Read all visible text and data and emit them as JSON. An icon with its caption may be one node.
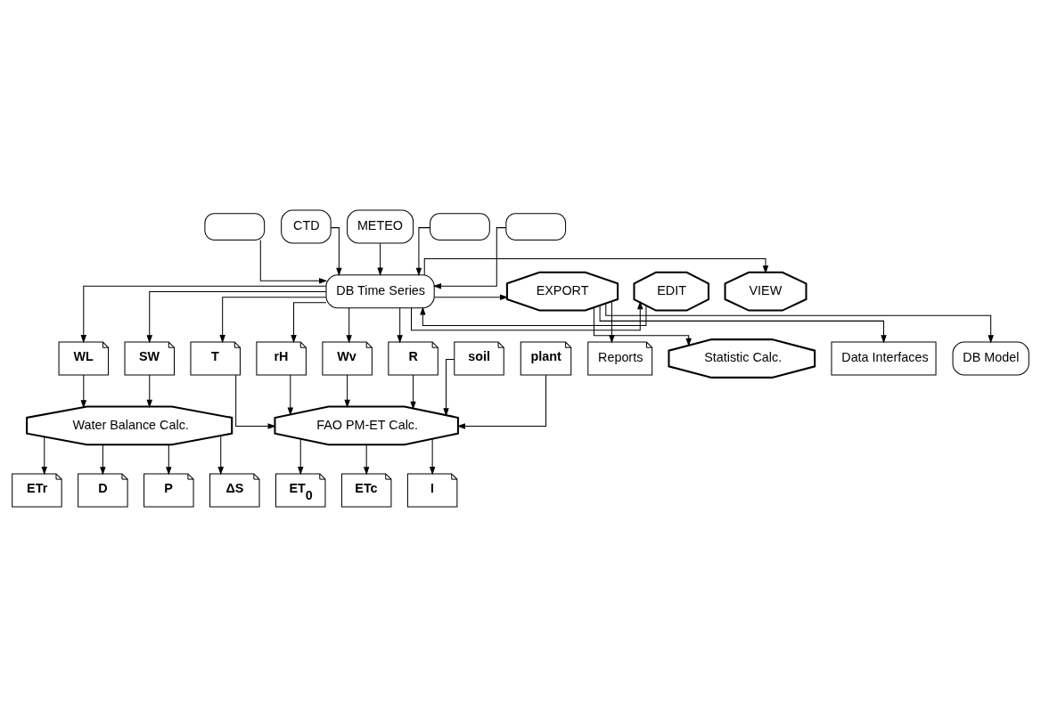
{
  "diagram": {
    "nodes": [
      {
        "text": [],
        "shape": "box"
      },
      {
        "text": [
          "CTD"
        ]
      },
      {
        "text": [
          "METEO"
        ]
      },
      {
        "text": [],
        "shape": "box"
      },
      {
        "text": [],
        "shape": "box"
      },
      {
        "text": [
          "VIEW"
        ]
      },
      {
        "text": [
          "EDIT"
        ]
      },
      {
        "text": [
          "DB Time Series"
        ]
      },
      {
        "text": [
          "EXPORT"
        ]
      },
      {
        "text": [
          "WL"
        ]
      },
      {
        "text": [
          "SW"
        ]
      },
      {
        "text": [
          "T"
        ]
      },
      {
        "text": [
          "rH"
        ]
      },
      {
        "text": [
          "Wv"
        ]
      },
      {
        "text": [
          "R"
        ]
      },
      {
        "text": [
          "Water Balance Calc."
        ]
      },
      {
        "text": [
          "soil"
        ]
      },
      {
        "text": [
          "plant"
        ]
      },
      {
        "text": [
          "FAO PM-ET Calc."
        ]
      },
      {
        "text": [
          "ETr"
        ]
      },
      {
        "text": [
          "D"
        ]
      },
      {
        "text": [
          "P"
        ]
      },
      {
        "text": [
          "ΔS"
        ]
      },
      {
        "text": [
          "ET$_{0}$"
        ]
      },
      {
        "text": [
          "ETc"
        ]
      },
      {
        "text": [
          "I"
        ]
      },
      {
        "text": [
          "Reports"
        ]
      },
      {
        "text": [
          "Statistic Calc."
        ]
      },
      {
        "text": [
          "Data Interfaces"
        ]
      },
      {
        "text": [
          "DB Model"
        ]
      }
    ],
    "edges": [
      {
        "from": 0,
        "to": 7,
        "arrow": "to"
      },
      {
        "from": 1,
        "to": 7,
        "arrow": "to"
      },
      {
        "from": 2,
        "to": 7,
        "arrow": "to"
      },
      {
        "from": 3,
        "to": 7,
        "arrow": "to"
      },
      {
        "from": 4,
        "to": 7,
        "arrow": "to"
      },
      {
        "from": 7,
        "to": 5,
        "arrow": "to"
      },
      {
        "from": 7,
        "to": 6,
        "arrow": "to"
      },
      {
        "from": 6,
        "to": 7,
        "arrow": "to"
      },
      {
        "from": 7,
        "to": 8,
        "arrow": "to"
      },
      {
        "from": 7,
        "to": 9,
        "arrow": "to"
      },
      {
        "from": 7,
        "to": 10,
        "arrow": "to"
      },
      {
        "from": 7,
        "to": 11,
        "arrow": "to"
      },
      {
        "from": 7,
        "to": 12,
        "arrow": "to"
      },
      {
        "from": 7,
        "to": 13,
        "arrow": "to"
      },
      {
        "from": 7,
        "to": 14,
        "arrow": "to"
      },
      {
        "from": 9,
        "to": 15,
        "arrow": "to"
      },
      {
        "from": 10,
        "to": 15,
        "arrow": "to"
      },
      {
        "from": 11,
        "to": 18,
        "arrow": "to"
      },
      {
        "from": 12,
        "to": 18,
        "arrow": "to"
      },
      {
        "from": 13,
        "to": 18,
        "arrow": "to"
      },
      {
        "from": 14,
        "to": 18,
        "arrow": "to"
      },
      {
        "from": 16,
        "to": 18,
        "arrow": "to"
      },
      {
        "from": 17,
        "to": 18,
        "arrow": "to"
      },
      {
        "from": 15,
        "to": 19,
        "arrow": "to"
      },
      {
        "from": 15,
        "to": 20,
        "arrow": "to"
      },
      {
        "from": 15,
        "to": 21,
        "arrow": "to"
      },
      {
        "from": 15,
        "to": 22,
        "arrow": "to"
      },
      {
        "from": 18,
        "to": 23,
        "arrow": "to"
      },
      {
        "from": 18,
        "to": 24,
        "arrow": "to"
      },
      {
        "from": 18,
        "to": 25,
        "arrow": "to"
      },
      {
        "from": 8,
        "to": 26,
        "arrow": "to"
      },
      {
        "from": 8,
        "to": 27,
        "arrow": "to"
      },
      {
        "from": 8,
        "to": 28,
        "arrow": "to"
      },
      {
        "from": 8,
        "to": 29,
        "arrow": "to"
      }
    ]
  }
}
